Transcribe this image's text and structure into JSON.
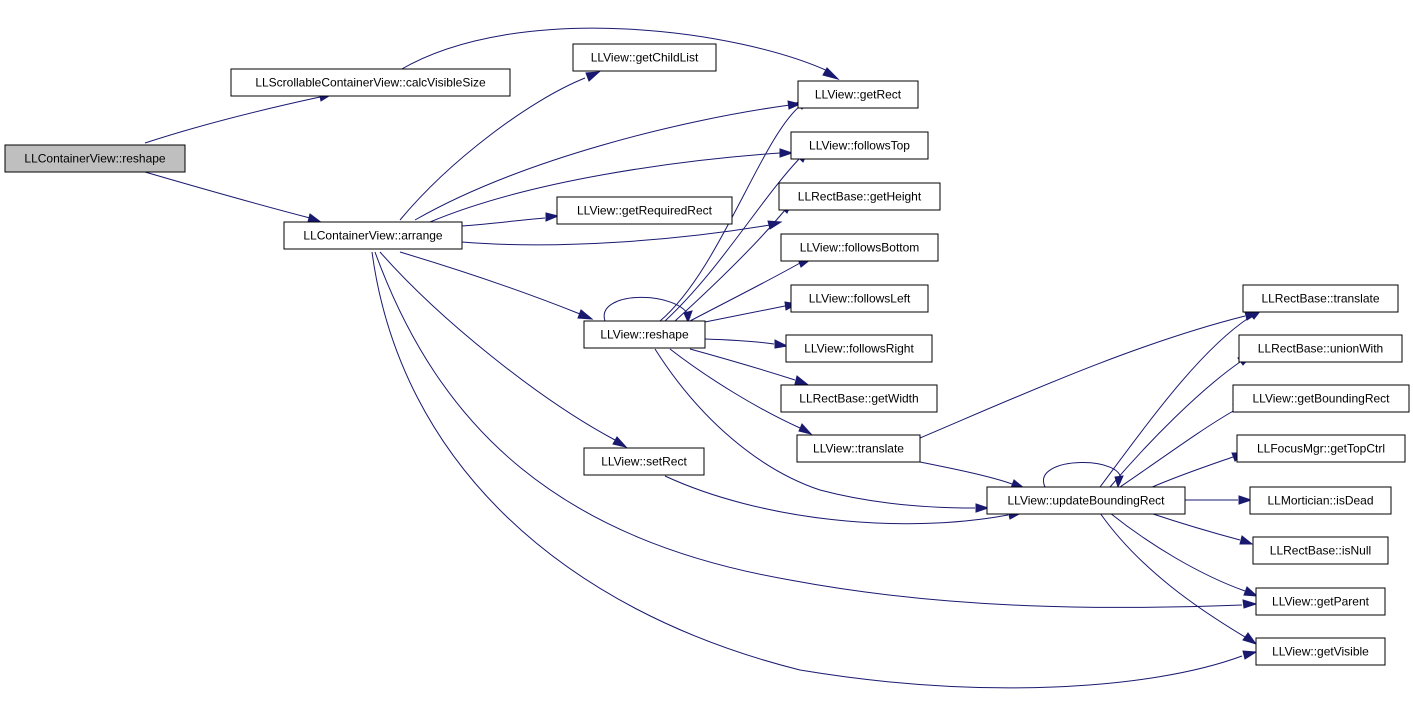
{
  "colors": {
    "edge": "#191970",
    "root_fill": "#bfbfbf",
    "node_fill": "#ffffff",
    "border": "#000000"
  },
  "nodes": {
    "n_root": "LLContainerView::reshape",
    "n_calcvis": "LLScrollableContainerView::calcVisibleSize",
    "n_arrange": "LLContainerView::arrange",
    "n_getchildlist": "LLView::getChildList",
    "n_getrect": "LLView::getRect",
    "n_followstop": "LLView::followsTop",
    "n_getheight": "LLRectBase::getHeight",
    "n_getreqrect": "LLView::getRequiredRect",
    "n_followsbottom": "LLView::followsBottom",
    "n_followsleft": "LLView::followsLeft",
    "n_vreshape": "LLView::reshape",
    "n_followsright": "LLView::followsRight",
    "n_getwidth": "LLRectBase::getWidth",
    "n_vtranslate": "LLView::translate",
    "n_setrect": "LLView::setRect",
    "n_updbound": "LLView::updateBoundingRect",
    "n_rbtranslate": "LLRectBase::translate",
    "n_unionwith": "LLRectBase::unionWith",
    "n_getbounding": "LLView::getBoundingRect",
    "n_gettopctrl": "LLFocusMgr::getTopCtrl",
    "n_isdead": "LLMortician::isDead",
    "n_isnull": "LLRectBase::isNull",
    "n_getparent": "LLView::getParent",
    "n_getvisible": "LLView::getVisible"
  },
  "edges": [
    [
      "n_root",
      "n_calcvis"
    ],
    [
      "n_root",
      "n_arrange"
    ],
    [
      "n_calcvis",
      "n_getrect"
    ],
    [
      "n_arrange",
      "n_getchildlist"
    ],
    [
      "n_arrange",
      "n_getrect"
    ],
    [
      "n_arrange",
      "n_followstop"
    ],
    [
      "n_arrange",
      "n_getreqrect"
    ],
    [
      "n_arrange",
      "n_getheight"
    ],
    [
      "n_arrange",
      "n_vreshape"
    ],
    [
      "n_arrange",
      "n_setrect"
    ],
    [
      "n_arrange",
      "n_getparent"
    ],
    [
      "n_arrange",
      "n_getvisible"
    ],
    [
      "n_vreshape",
      "n_vreshape"
    ],
    [
      "n_vreshape",
      "n_getrect"
    ],
    [
      "n_vreshape",
      "n_followstop"
    ],
    [
      "n_vreshape",
      "n_getheight"
    ],
    [
      "n_vreshape",
      "n_followsbottom"
    ],
    [
      "n_vreshape",
      "n_followsleft"
    ],
    [
      "n_vreshape",
      "n_followsright"
    ],
    [
      "n_vreshape",
      "n_getwidth"
    ],
    [
      "n_vreshape",
      "n_vtranslate"
    ],
    [
      "n_vreshape",
      "n_updbound"
    ],
    [
      "n_vtranslate",
      "n_rbtranslate"
    ],
    [
      "n_vtranslate",
      "n_updbound"
    ],
    [
      "n_setrect",
      "n_updbound"
    ],
    [
      "n_updbound",
      "n_updbound"
    ],
    [
      "n_updbound",
      "n_rbtranslate"
    ],
    [
      "n_updbound",
      "n_unionwith"
    ],
    [
      "n_updbound",
      "n_getbounding"
    ],
    [
      "n_updbound",
      "n_gettopctrl"
    ],
    [
      "n_updbound",
      "n_isdead"
    ],
    [
      "n_updbound",
      "n_isnull"
    ],
    [
      "n_updbound",
      "n_getparent"
    ],
    [
      "n_updbound",
      "n_getvisible"
    ]
  ]
}
